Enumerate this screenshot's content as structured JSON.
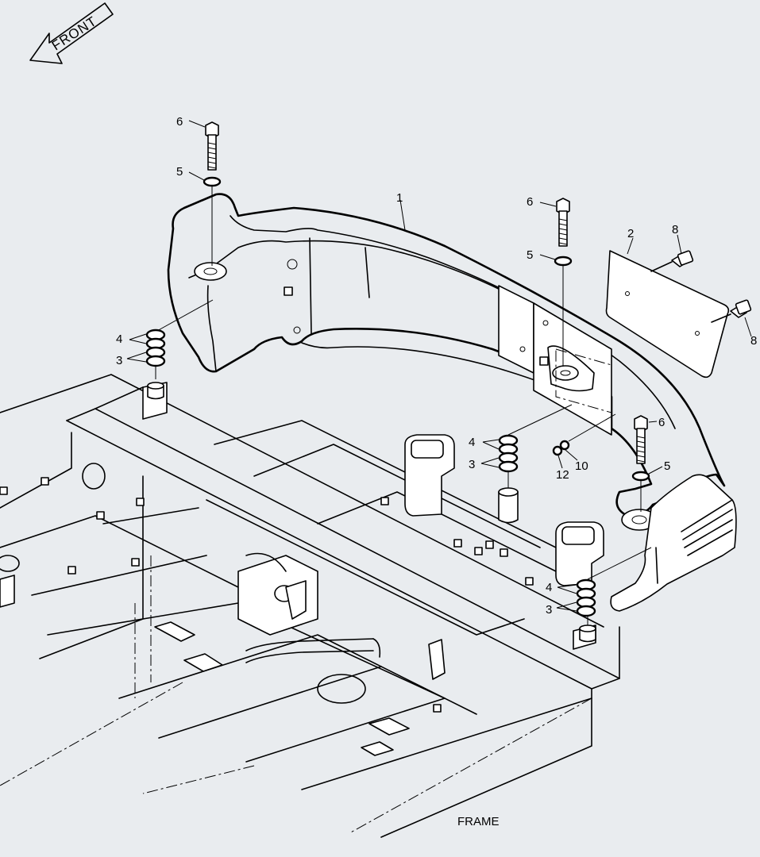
{
  "front_label": "FRONT",
  "frame_caption": "FRAME",
  "callouts": {
    "c1": "1",
    "c2": "2",
    "c3a": "3",
    "c3b": "3",
    "c3c": "3",
    "c4a": "4",
    "c4b": "4",
    "c4c": "4",
    "c5a": "5",
    "c5b": "5",
    "c5c": "5",
    "c6a": "6",
    "c6b": "6",
    "c6c": "6",
    "c8a": "8",
    "c8b": "8",
    "c10": "10",
    "c12": "12"
  }
}
